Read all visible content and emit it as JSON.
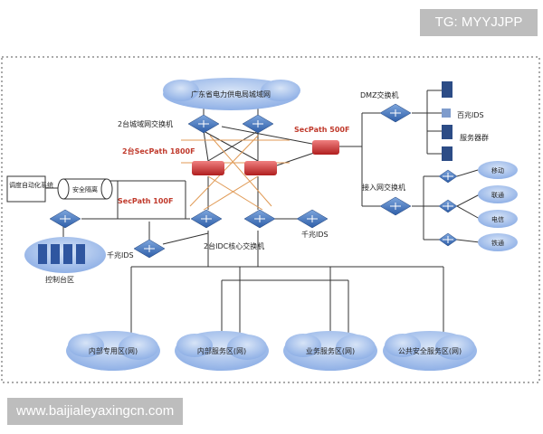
{
  "watermark_tag": "TG: MYYJJPP",
  "watermark_url": "www.baijialeyaxingcn.com",
  "diagram": {
    "top_cloud": "广东省电力供电局城域网",
    "uplink_switches_label": "2台城域网交换机",
    "secpath1800_label": "2台SecPath 1800F",
    "secpath500_label": "SecPath 500F",
    "secpath100_label": "SecPath 100F",
    "dmz_switch_label": "DMZ交换机",
    "ids_top_label": "百兆IDS",
    "server_group_label": "服务器群",
    "access_switch_label": "接入网交换机",
    "branch_clouds": [
      "移动",
      "联通",
      "电信",
      "铁通"
    ],
    "core_switches_label": "2台IDC核心交换机",
    "ids_mid_label": "千兆IDS",
    "ids_left_label": "千兆IDS",
    "dispatch_label": "调度自动化系统",
    "isolation_label": "安全隔离",
    "control_label": "控制台区",
    "bottom_clouds": [
      "内部专用区(网)",
      "内部服务区(网)",
      "业务服务区(网)",
      "公共安全服务区(网)"
    ]
  }
}
